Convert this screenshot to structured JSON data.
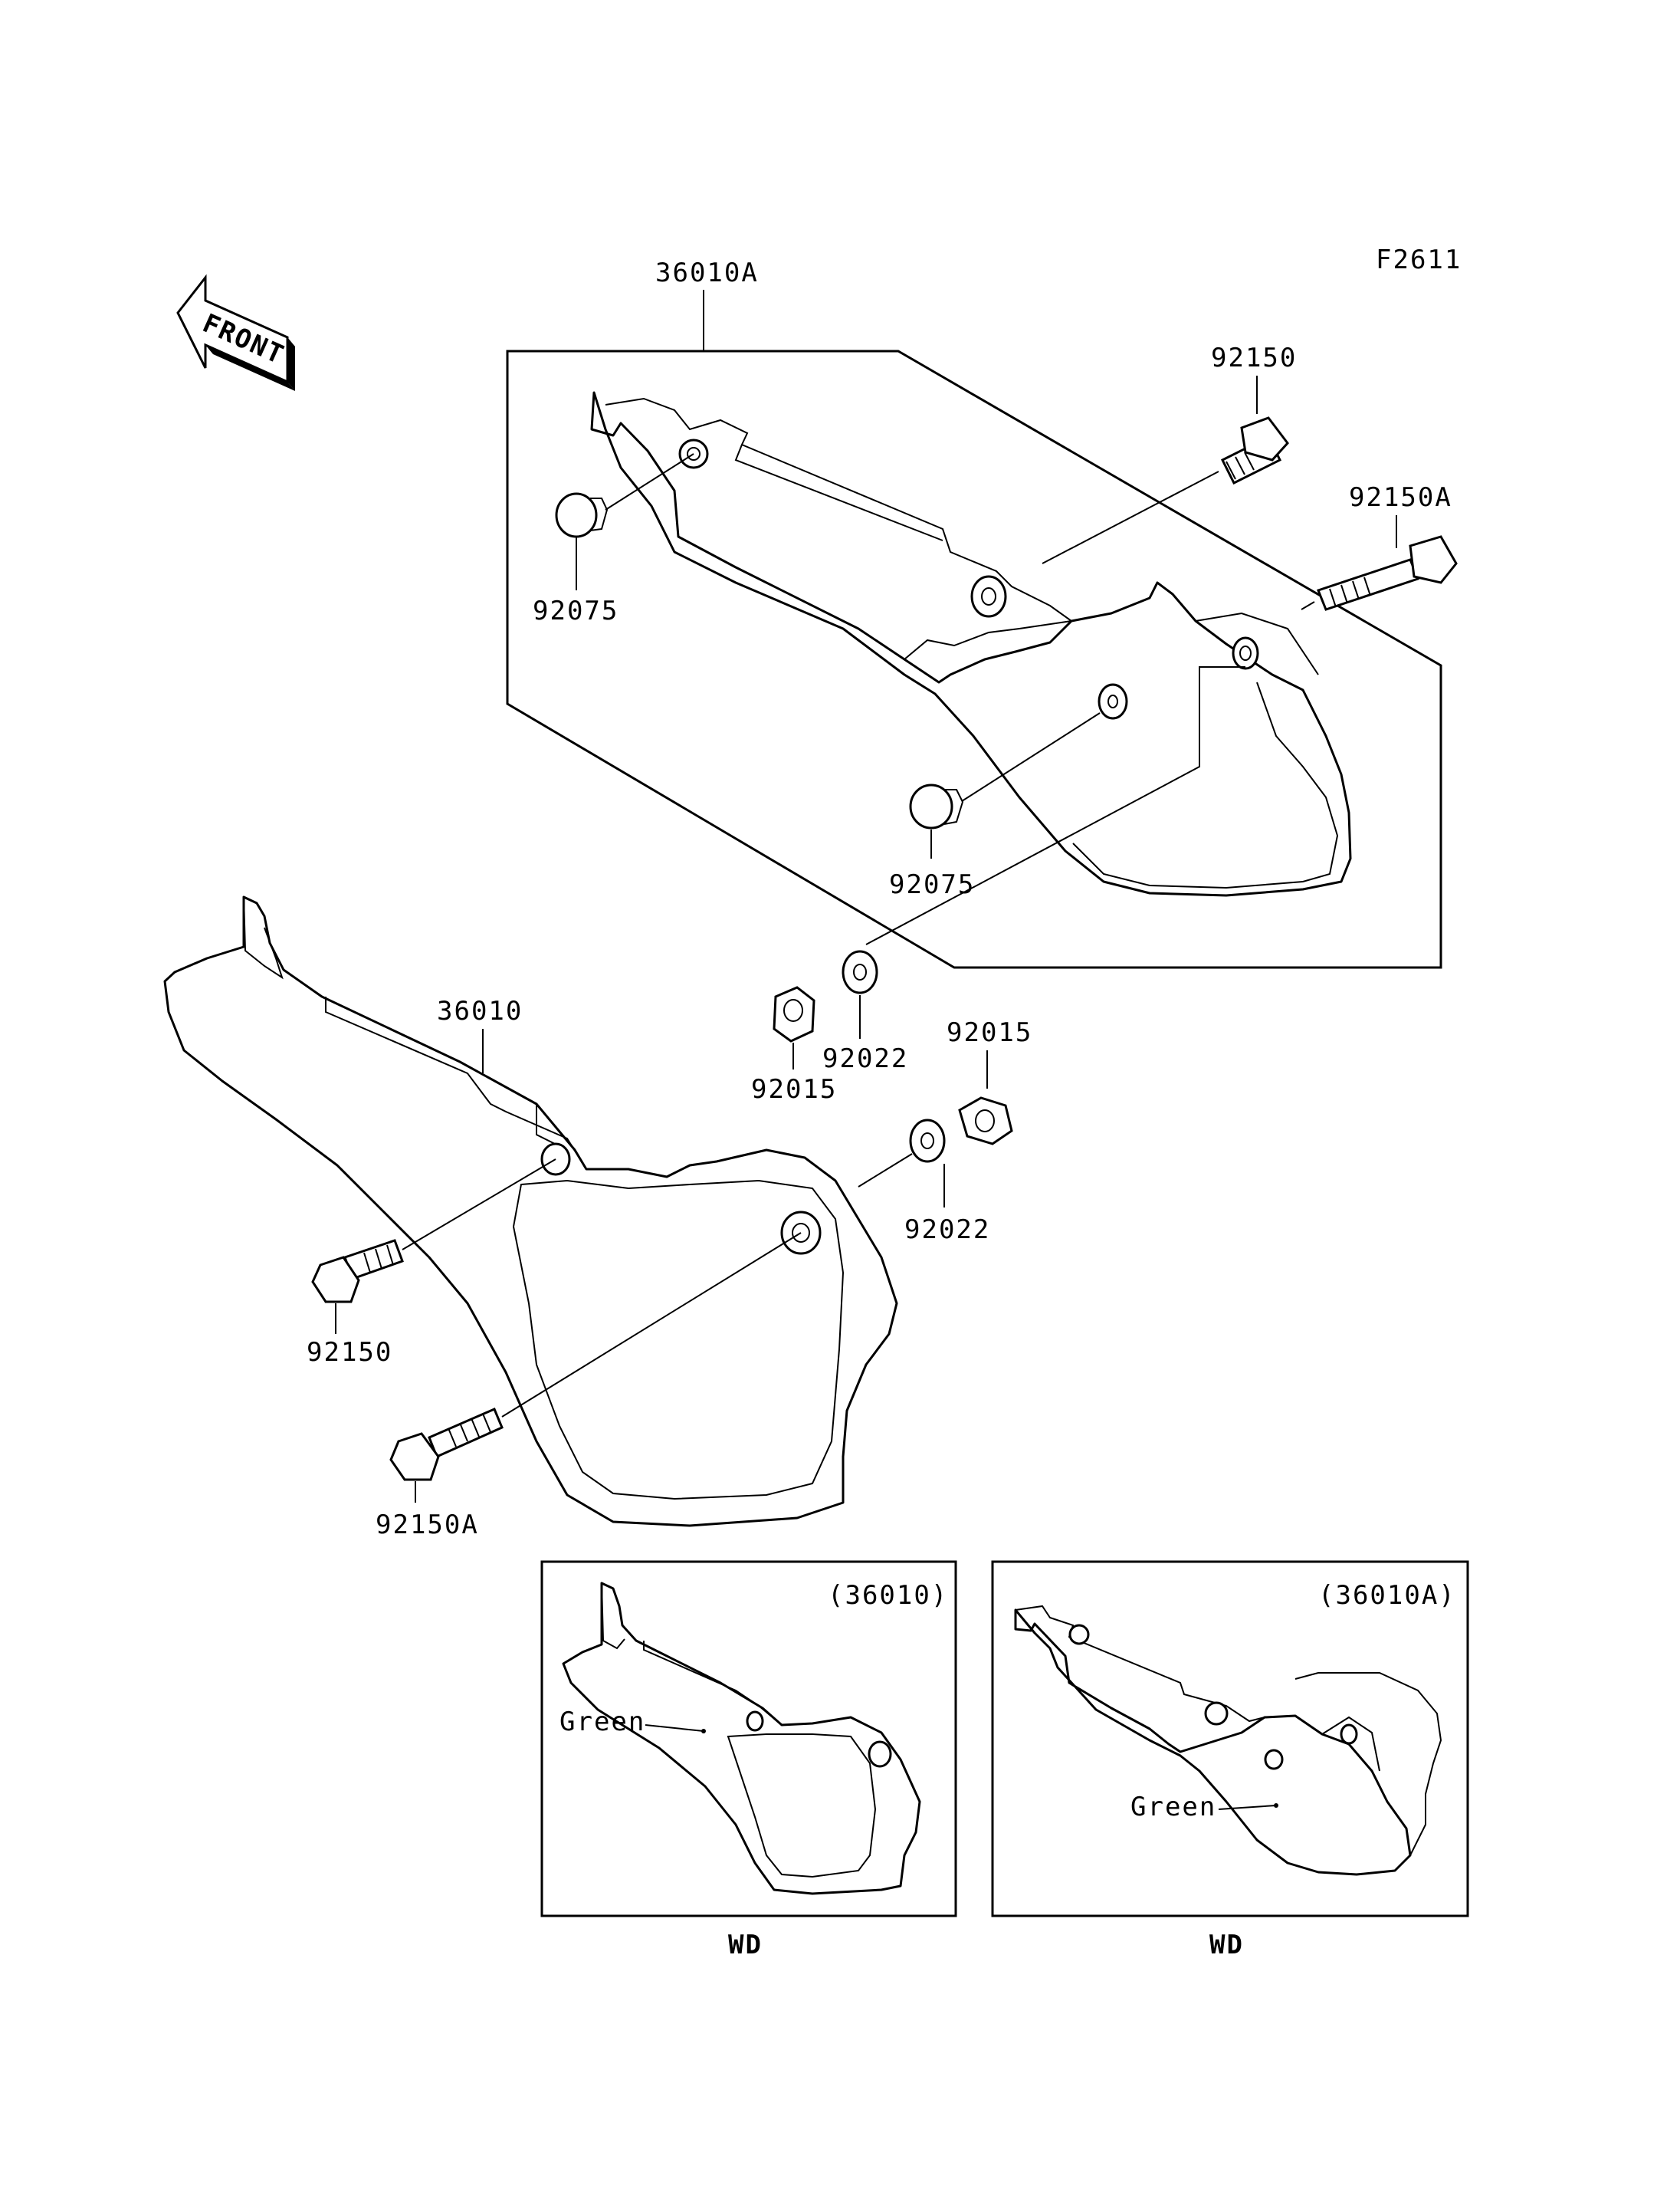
{
  "figure_code": "F2611",
  "front_label": "FRONT",
  "parts": {
    "cover_right": "36010A",
    "cover_left": "36010",
    "bolt_top": "92150",
    "bolt_top_a": "92150A",
    "grommet_top": "92075",
    "grommet_mid": "92075",
    "nut_left": "92015",
    "washer_top": "92022",
    "nut_right": "92015",
    "washer_bottom": "92022",
    "bolt_left": "92150",
    "bolt_left_a": "92150A"
  },
  "insets": [
    {
      "ref": "(36010)",
      "color_label": "Green",
      "caption": "WD"
    },
    {
      "ref": "(36010A)",
      "color_label": "Green",
      "caption": "WD"
    }
  ]
}
